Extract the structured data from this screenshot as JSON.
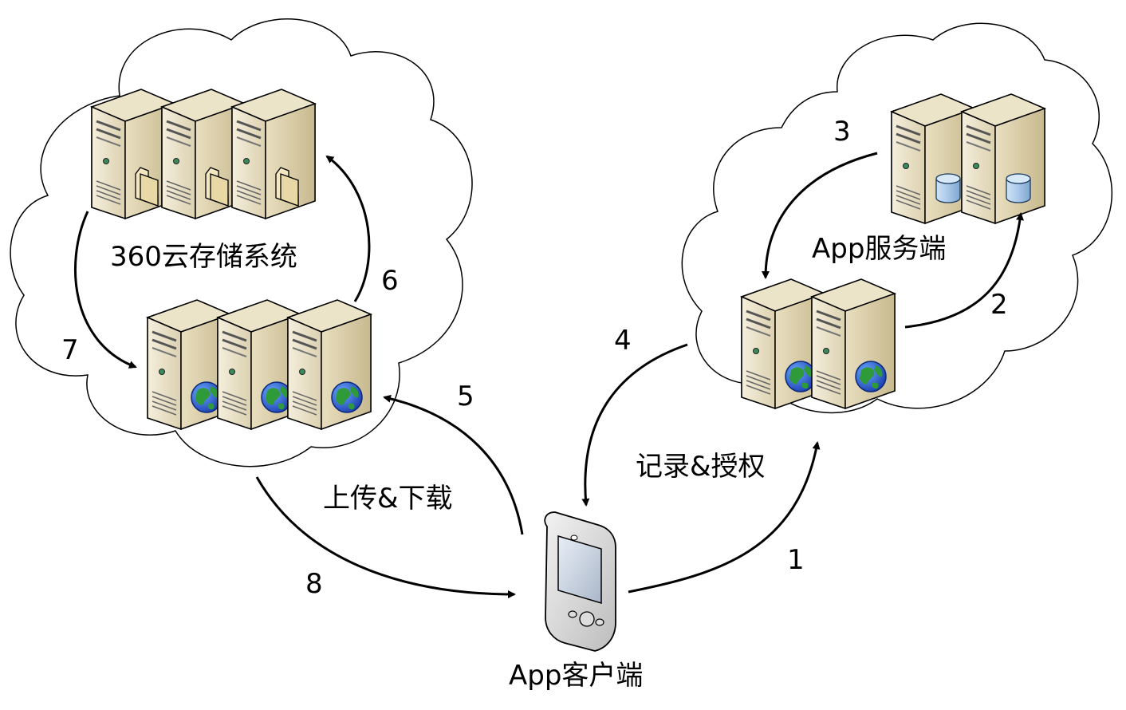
{
  "labels": {
    "storage": "360云存储系统",
    "app_server": "App服务端",
    "client": "App客户端",
    "upload_download": "上传&下载",
    "record_auth": "记录&授权"
  },
  "steps": [
    "1",
    "2",
    "3",
    "4",
    "5",
    "6",
    "7",
    "8"
  ]
}
